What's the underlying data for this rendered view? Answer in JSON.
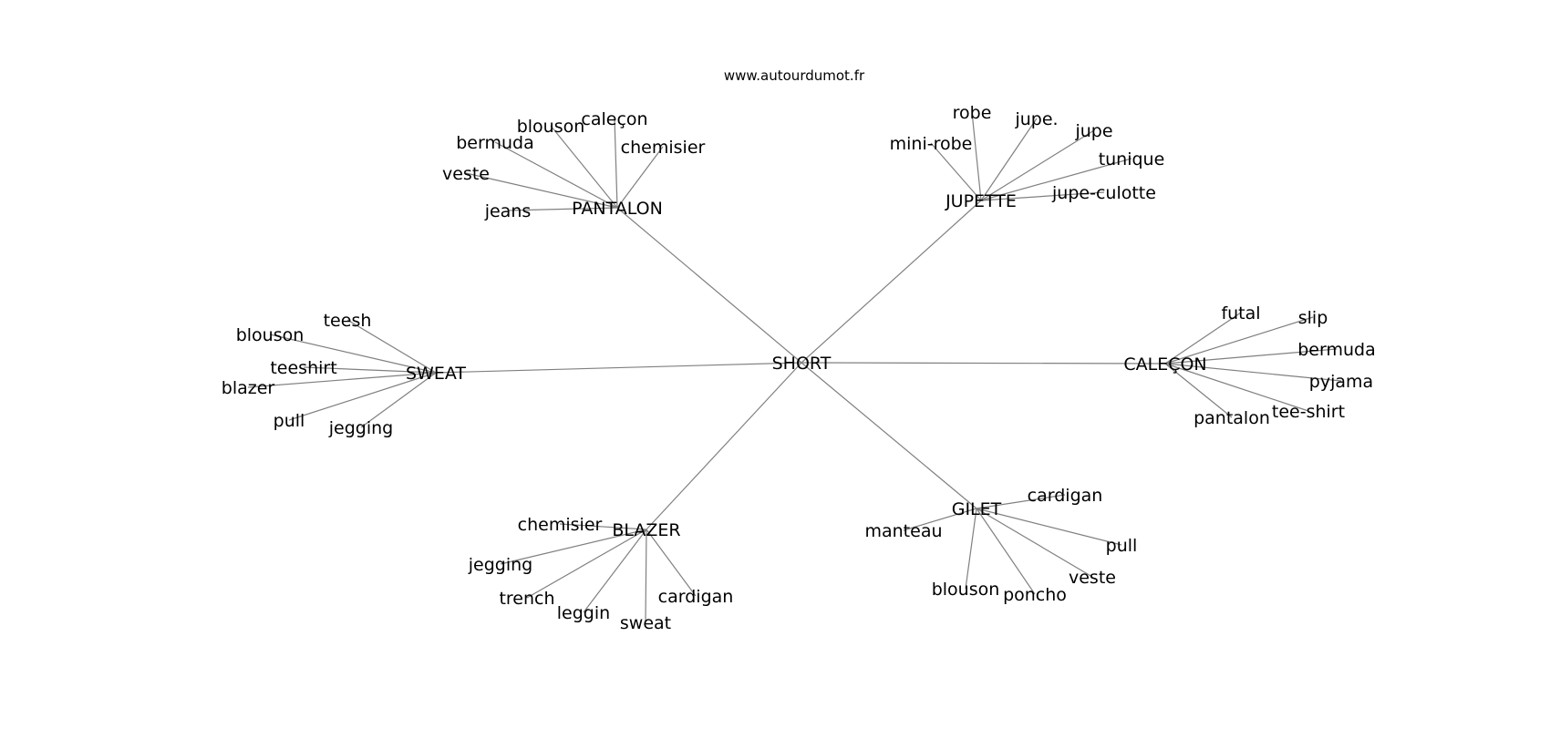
{
  "source": "www.autourdumot.fr",
  "center": {
    "id": "short",
    "label": "SHORT"
  },
  "groups": [
    {
      "id": "pantalon",
      "label": "PANTALON",
      "leaves": [
        {
          "id": "pantalon-jeans",
          "label": "jeans"
        },
        {
          "id": "pantalon-veste",
          "label": "veste"
        },
        {
          "id": "pantalon-bermuda",
          "label": "bermuda"
        },
        {
          "id": "pantalon-blouson",
          "label": "blouson"
        },
        {
          "id": "pantalon-calecon",
          "label": "caleçon"
        },
        {
          "id": "pantalon-chemisier",
          "label": "chemisier"
        }
      ]
    },
    {
      "id": "jupette",
      "label": "JUPETTE",
      "leaves": [
        {
          "id": "jupette-mini-robe",
          "label": "mini-robe"
        },
        {
          "id": "jupette-robe",
          "label": "robe"
        },
        {
          "id": "jupette-jupe-dot",
          "label": "jupe."
        },
        {
          "id": "jupette-jupe",
          "label": "jupe"
        },
        {
          "id": "jupette-tunique",
          "label": "tunique"
        },
        {
          "id": "jupette-jupe-culotte",
          "label": "jupe-culotte"
        }
      ]
    },
    {
      "id": "sweat",
      "label": "SWEAT",
      "leaves": [
        {
          "id": "sweat-teesh",
          "label": "teesh"
        },
        {
          "id": "sweat-blouson",
          "label": "blouson"
        },
        {
          "id": "sweat-teeshirt",
          "label": "teeshirt"
        },
        {
          "id": "sweat-blazer",
          "label": "blazer"
        },
        {
          "id": "sweat-pull",
          "label": "pull"
        },
        {
          "id": "sweat-jegging",
          "label": "jegging"
        }
      ]
    },
    {
      "id": "calecon",
      "label": "CALEÇON",
      "leaves": [
        {
          "id": "calecon-futal",
          "label": "futal"
        },
        {
          "id": "calecon-slip",
          "label": "slip"
        },
        {
          "id": "calecon-bermuda",
          "label": "bermuda"
        },
        {
          "id": "calecon-pyjama",
          "label": "pyjama"
        },
        {
          "id": "calecon-tee-shirt",
          "label": "tee-shirt"
        },
        {
          "id": "calecon-pantalon",
          "label": "pantalon"
        }
      ]
    },
    {
      "id": "blazer",
      "label": "BLAZER",
      "leaves": [
        {
          "id": "blazer-chemisier",
          "label": "chemisier"
        },
        {
          "id": "blazer-jegging",
          "label": "jegging"
        },
        {
          "id": "blazer-trench",
          "label": "trench"
        },
        {
          "id": "blazer-leggin",
          "label": "leggin"
        },
        {
          "id": "blazer-sweat",
          "label": "sweat"
        },
        {
          "id": "blazer-cardigan",
          "label": "cardigan"
        }
      ]
    },
    {
      "id": "gilet",
      "label": "GILET",
      "leaves": [
        {
          "id": "gilet-cardigan",
          "label": "cardigan"
        },
        {
          "id": "gilet-manteau",
          "label": "manteau"
        },
        {
          "id": "gilet-pull",
          "label": "pull"
        },
        {
          "id": "gilet-veste",
          "label": "veste"
        },
        {
          "id": "gilet-poncho",
          "label": "poncho"
        },
        {
          "id": "gilet-blouson",
          "label": "blouson"
        }
      ]
    }
  ]
}
